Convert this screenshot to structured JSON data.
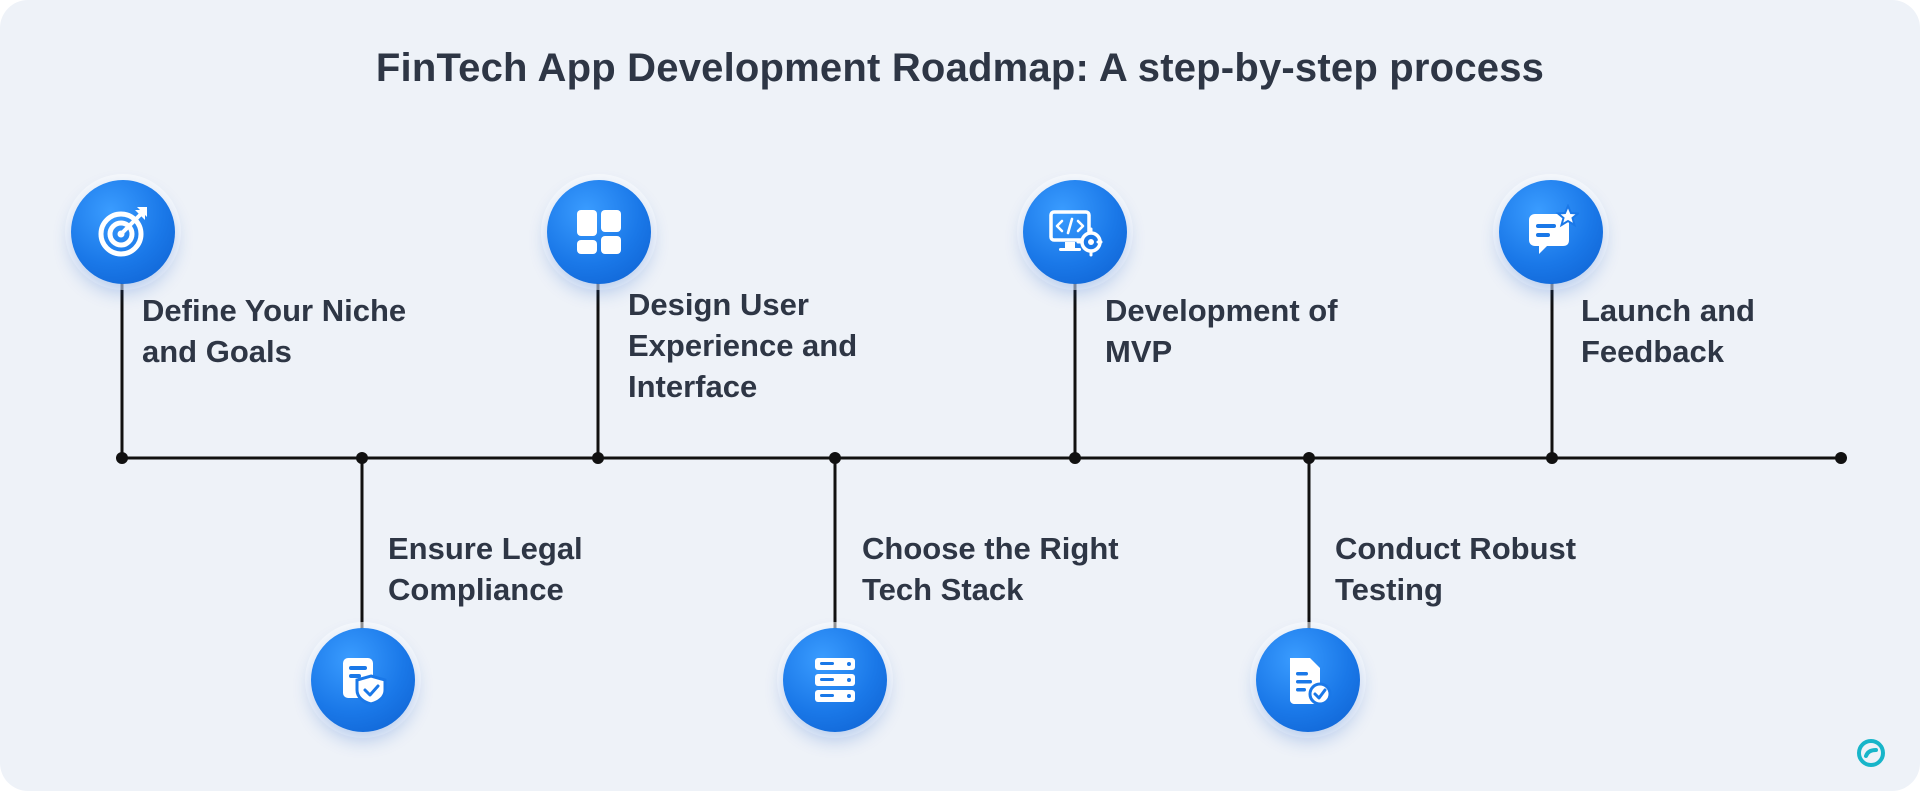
{
  "title": "FinTech App Development Roadmap: A step-by-step process",
  "colors": {
    "background": "#eef2f8",
    "text": "#2e3645",
    "accent": "#1a78e8",
    "line": "#111111",
    "logo": "#17b5c9"
  },
  "steps": [
    {
      "label": "Define Your Niche\nand Goals",
      "icon": "target-icon"
    },
    {
      "label": "Ensure Legal\nCompliance",
      "icon": "shield-document-icon"
    },
    {
      "label": "Design User\nExperience and\nInterface",
      "icon": "layout-icon"
    },
    {
      "label": "Choose the Right\nTech Stack",
      "icon": "server-stack-icon"
    },
    {
      "label": "Development of\nMVP",
      "icon": "code-monitor-icon"
    },
    {
      "label": "Conduct Robust\nTesting",
      "icon": "checklist-document-icon"
    },
    {
      "label": "Launch and\nFeedback",
      "icon": "chat-star-icon"
    }
  ],
  "brand_icon": "company-logo-icon"
}
